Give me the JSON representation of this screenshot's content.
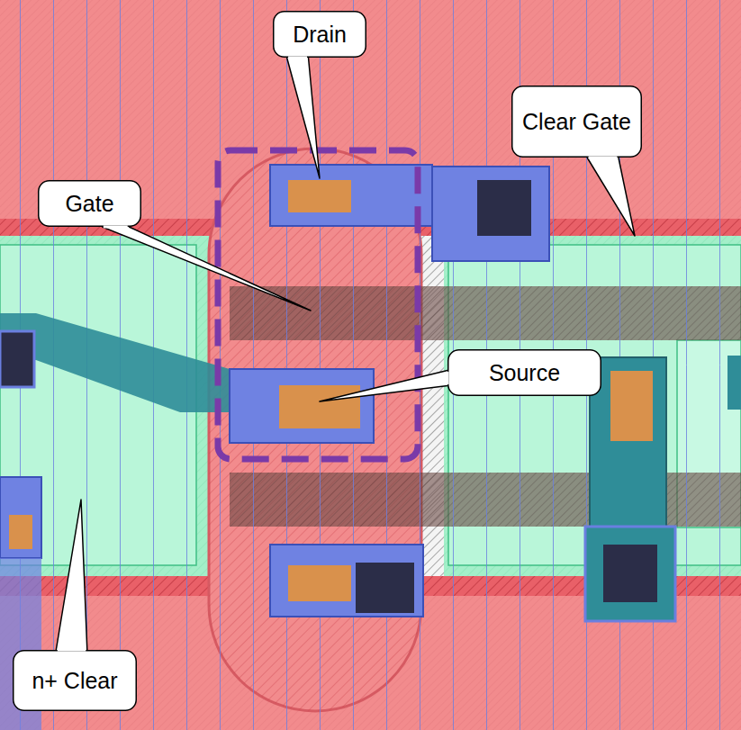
{
  "diagram": {
    "nodes": [
      {
        "text": [
          "Drain"
        ]
      },
      {
        "text": [
          "Clear Gate"
        ]
      },
      {
        "text": [
          "Gate"
        ]
      },
      {
        "text": [
          "Source"
        ]
      },
      {
        "text": [
          "n+ Clear"
        ]
      }
    ]
  }
}
